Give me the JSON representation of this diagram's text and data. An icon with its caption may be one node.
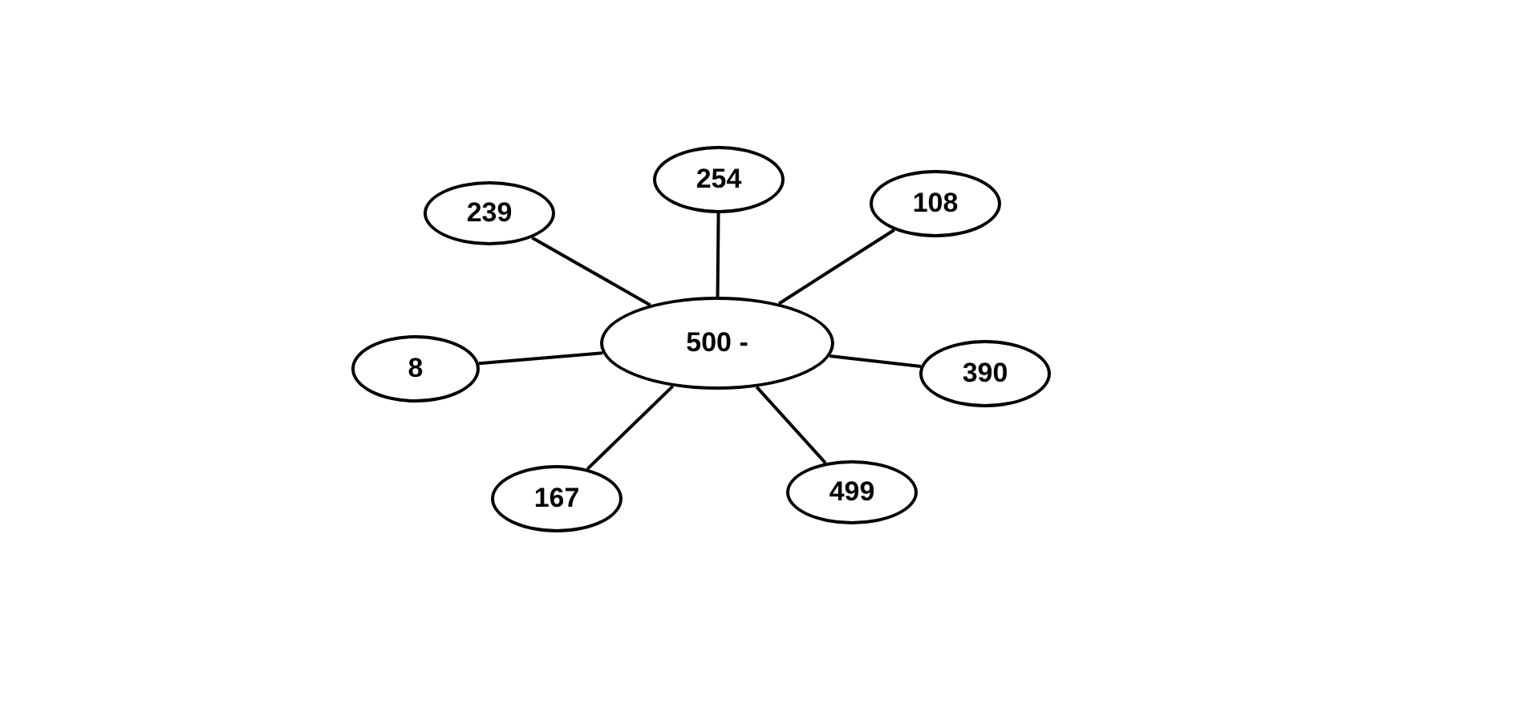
{
  "diagram": {
    "nodes": [
      {
        "text": [
          "500 -"
        ]
      },
      {
        "text": [
          "254"
        ]
      },
      {
        "text": [
          "108"
        ]
      },
      {
        "text": [
          "239"
        ]
      },
      {
        "text": [
          "8"
        ]
      },
      {
        "text": [
          "390"
        ]
      },
      {
        "text": [
          "499"
        ]
      },
      {
        "text": [
          "167"
        ]
      }
    ],
    "edges": [
      {
        "from": 0,
        "to": 1,
        "arrow": "none"
      },
      {
        "from": 0,
        "to": 2,
        "arrow": "none"
      },
      {
        "from": 0,
        "to": 3,
        "arrow": "none"
      },
      {
        "from": 0,
        "to": 4,
        "arrow": "none"
      },
      {
        "from": 0,
        "to": 5,
        "arrow": "none"
      },
      {
        "from": 0,
        "to": 6,
        "arrow": "none"
      },
      {
        "from": 0,
        "to": 7,
        "arrow": "none"
      }
    ]
  }
}
